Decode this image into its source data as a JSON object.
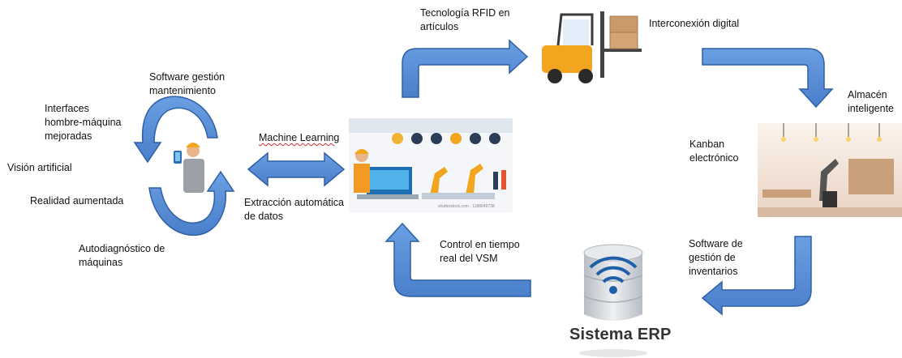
{
  "labels": {
    "rfid": "Tecnología RFID en\nartículos",
    "interconnect": "Interconexión digital",
    "almacen": "Almacén\ninteligente",
    "kanban": "Kanban\nelectrónico",
    "software_inventarios": "Software de\ngestión de\ninventarios",
    "erp": "Sistema ERP",
    "control_vsm": "Control en tiempo\nreal del VSM",
    "machine_learning": "Machine Learning",
    "extraccion": "Extracción automática\nde datos",
    "software_mant": "Software gestión\nmantenimiento",
    "interfaces": "Interfaces\nhombre-máquina\nmejoradas",
    "vision": "Visión artificial",
    "realidad": "Realidad aumentada",
    "autodiag": "Autodiagnóstico de\nmáquinas"
  },
  "image_caption": "shutterstock.com · 1188849738",
  "colors": {
    "arrow_fill": "#5b8fd6",
    "arrow_stroke": "#2f5fa5",
    "forklift": "#f2a51f",
    "database": "#cfd3d8",
    "wifi": "#1f5fa8"
  }
}
